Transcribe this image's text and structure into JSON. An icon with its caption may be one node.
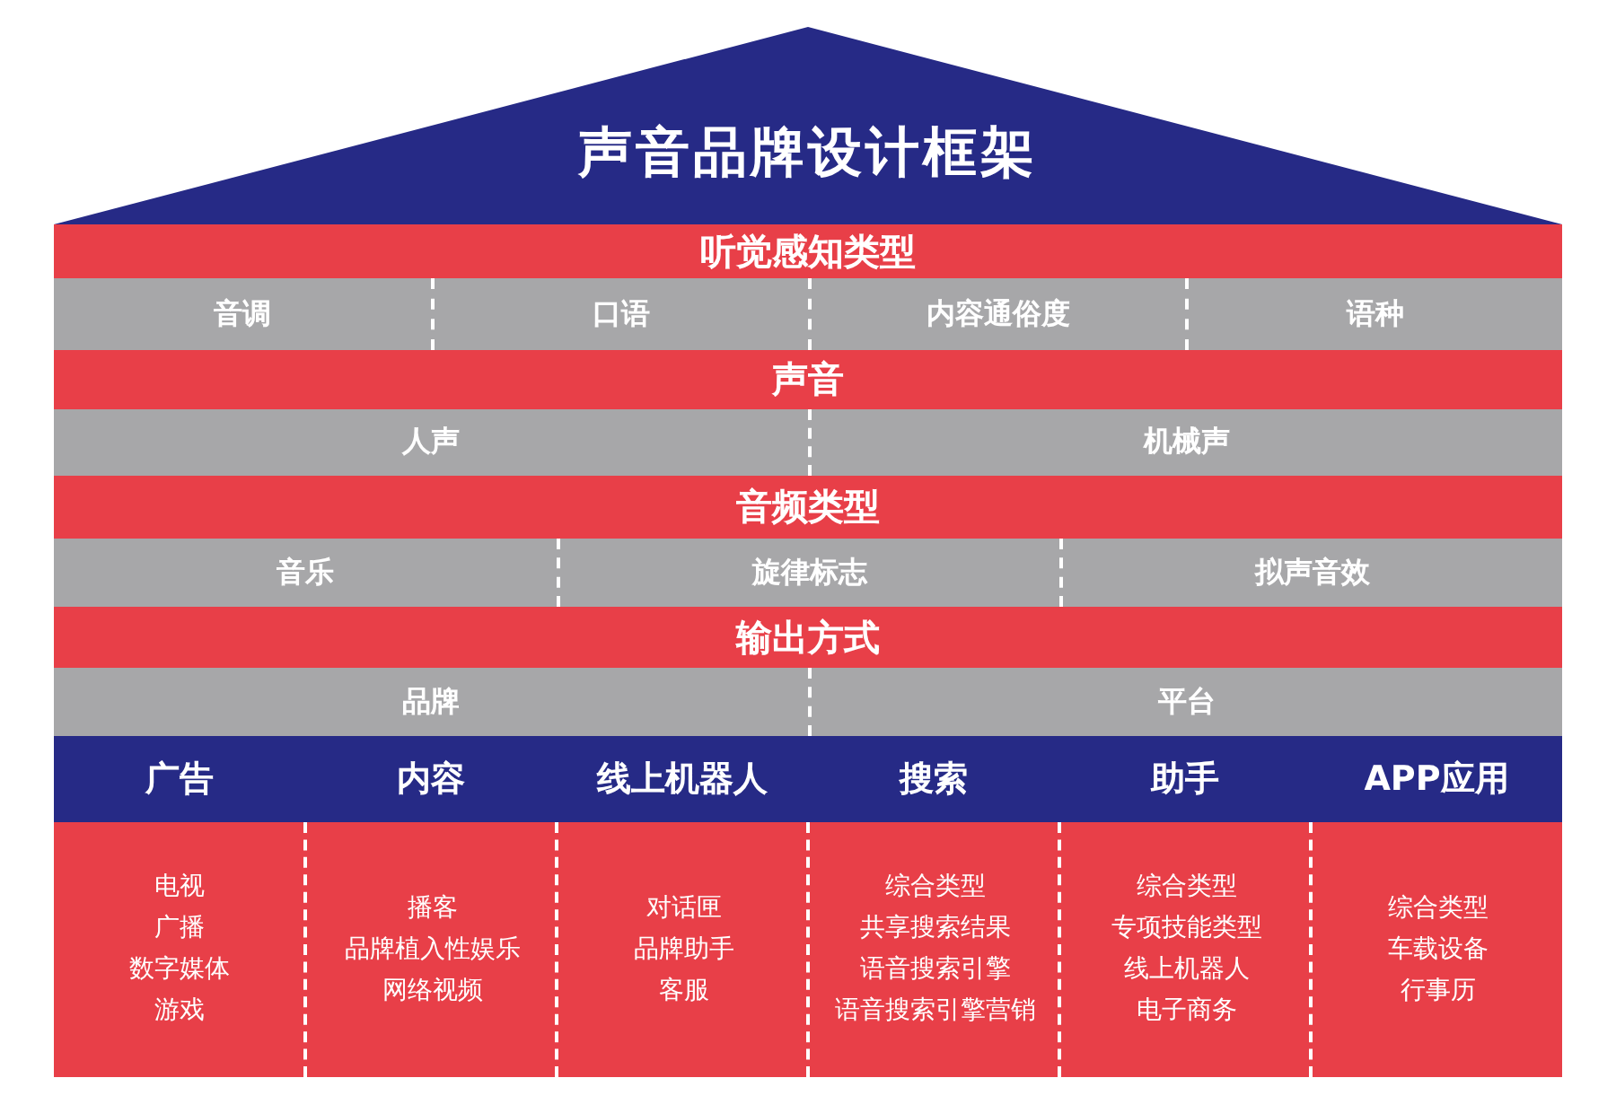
{
  "diagram": {
    "title": "声音品牌设计框架",
    "nodes": [
      {
        "text": [
          "听觉感知类型"
        ]
      },
      {
        "text": [
          "音调"
        ]
      },
      {
        "text": [
          "口语"
        ]
      },
      {
        "text": [
          "内容通俗度"
        ]
      },
      {
        "text": [
          "语种"
        ]
      },
      {
        "text": [
          "声音"
        ]
      },
      {
        "text": [
          "人声"
        ]
      },
      {
        "text": [
          "机械声"
        ]
      },
      {
        "text": [
          "音频类型"
        ]
      },
      {
        "text": [
          "音乐"
        ]
      },
      {
        "text": [
          "旋律标志"
        ]
      },
      {
        "text": [
          "拟声音效"
        ]
      },
      {
        "text": [
          "输出方式"
        ]
      },
      {
        "text": [
          "品牌"
        ]
      },
      {
        "text": [
          "平台"
        ]
      },
      {
        "text": [
          "广告",
          "电视",
          "广播",
          "数字媒体",
          "游戏"
        ]
      },
      {
        "text": [
          "内容",
          "播客",
          "品牌植入性娱乐",
          "网络视频"
        ]
      },
      {
        "text": [
          "线上机器人",
          "对话匣",
          "品牌助手",
          "客服"
        ]
      },
      {
        "text": [
          "搜索",
          "综合类型",
          "共享搜索结果",
          "语音搜索引擎",
          "语音搜索引擎营销"
        ]
      },
      {
        "text": [
          "助手",
          "综合类型",
          "专项技能类型",
          "线上机器人",
          "电子商务"
        ]
      },
      {
        "text": [
          "APP应用",
          "综合类型",
          "车载设备",
          "行事历"
        ]
      }
    ]
  }
}
